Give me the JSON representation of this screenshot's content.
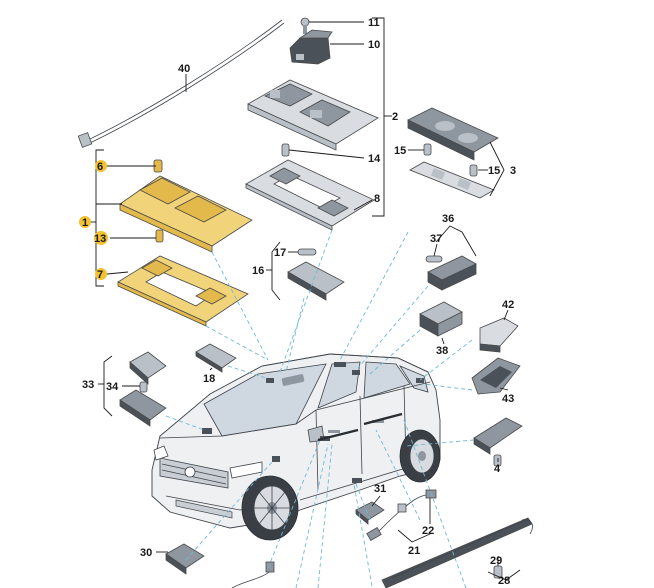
{
  "callouts": {
    "c1": "1",
    "c2": "2",
    "c3": "3",
    "c4": "4",
    "c6": "6",
    "c7": "7",
    "c8": "8",
    "c10": "10",
    "c11": "11",
    "c13": "13",
    "c14": "14",
    "c15a": "15",
    "c15b": "15",
    "c16": "16",
    "c17": "17",
    "c18": "18",
    "c21": "21",
    "c22": "22",
    "c28": "28",
    "c29": "29",
    "c30": "30",
    "c31": "31",
    "c33": "33",
    "c34": "34",
    "c36": "36",
    "c37": "37",
    "c38": "38",
    "c40": "40",
    "c42": "42",
    "c43": "43"
  },
  "highlight_color": "#f2c230",
  "part_color_highlight": "#f1d37a"
}
